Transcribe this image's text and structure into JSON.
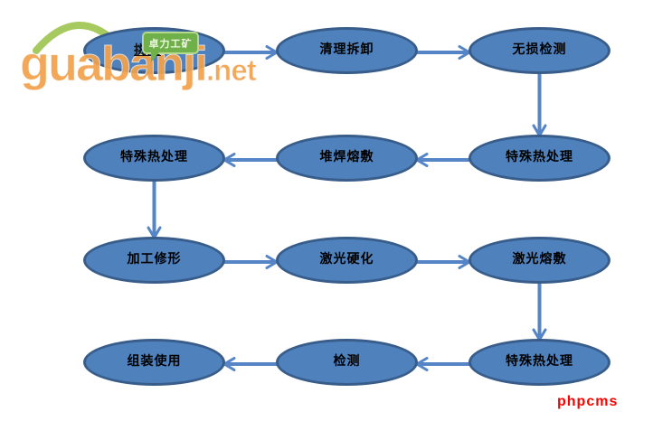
{
  "page": {
    "background": "#ffffff"
  },
  "watermark": {
    "text_main": "guabanji",
    "text_suffix": ".net",
    "color": "#f2a24c",
    "arc_color": "#a6ca60"
  },
  "annotation_bubble": {
    "text": "卓力工矿",
    "fill": "#6fb04a",
    "border": "#b5da8d",
    "text_color": "#eef7e0"
  },
  "crossed_label": {
    "text": "挑选"
  },
  "footer": {
    "brand": "phpcms",
    "color": "#ff0000"
  },
  "flowchart": {
    "node_fill": "#4f81bd",
    "node_border": "#385d8a",
    "arrow_color": "#5585c7",
    "nodes": [
      {
        "id": "n1",
        "label": "挑选",
        "row": "1",
        "col": "A"
      },
      {
        "id": "n2",
        "label": "清理拆卸",
        "row": "1",
        "col": "B"
      },
      {
        "id": "n3",
        "label": "无损检测",
        "row": "1",
        "col": "C"
      },
      {
        "id": "n4",
        "label": "特殊热处理",
        "row": "2",
        "col": "C"
      },
      {
        "id": "n5",
        "label": "堆焊熔敷",
        "row": "2",
        "col": "B"
      },
      {
        "id": "n6",
        "label": "特殊热处理",
        "row": "2",
        "col": "A"
      },
      {
        "id": "n7",
        "label": "加工修形",
        "row": "3",
        "col": "A"
      },
      {
        "id": "n8",
        "label": "激光硬化",
        "row": "3",
        "col": "B"
      },
      {
        "id": "n9",
        "label": "激光熔敷",
        "row": "3",
        "col": "C"
      },
      {
        "id": "n10",
        "label": "特殊热处理",
        "row": "4",
        "col": "C"
      },
      {
        "id": "n11",
        "label": "检测",
        "row": "4",
        "col": "B"
      },
      {
        "id": "n12",
        "label": "组装使用",
        "row": "4",
        "col": "A"
      }
    ],
    "edges": [
      {
        "from": "n1",
        "to": "n2"
      },
      {
        "from": "n2",
        "to": "n3"
      },
      {
        "from": "n3",
        "to": "n4"
      },
      {
        "from": "n4",
        "to": "n5"
      },
      {
        "from": "n5",
        "to": "n6"
      },
      {
        "from": "n6",
        "to": "n7"
      },
      {
        "from": "n7",
        "to": "n8"
      },
      {
        "from": "n8",
        "to": "n9"
      },
      {
        "from": "n9",
        "to": "n10"
      },
      {
        "from": "n10",
        "to": "n11"
      },
      {
        "from": "n11",
        "to": "n12"
      }
    ]
  }
}
